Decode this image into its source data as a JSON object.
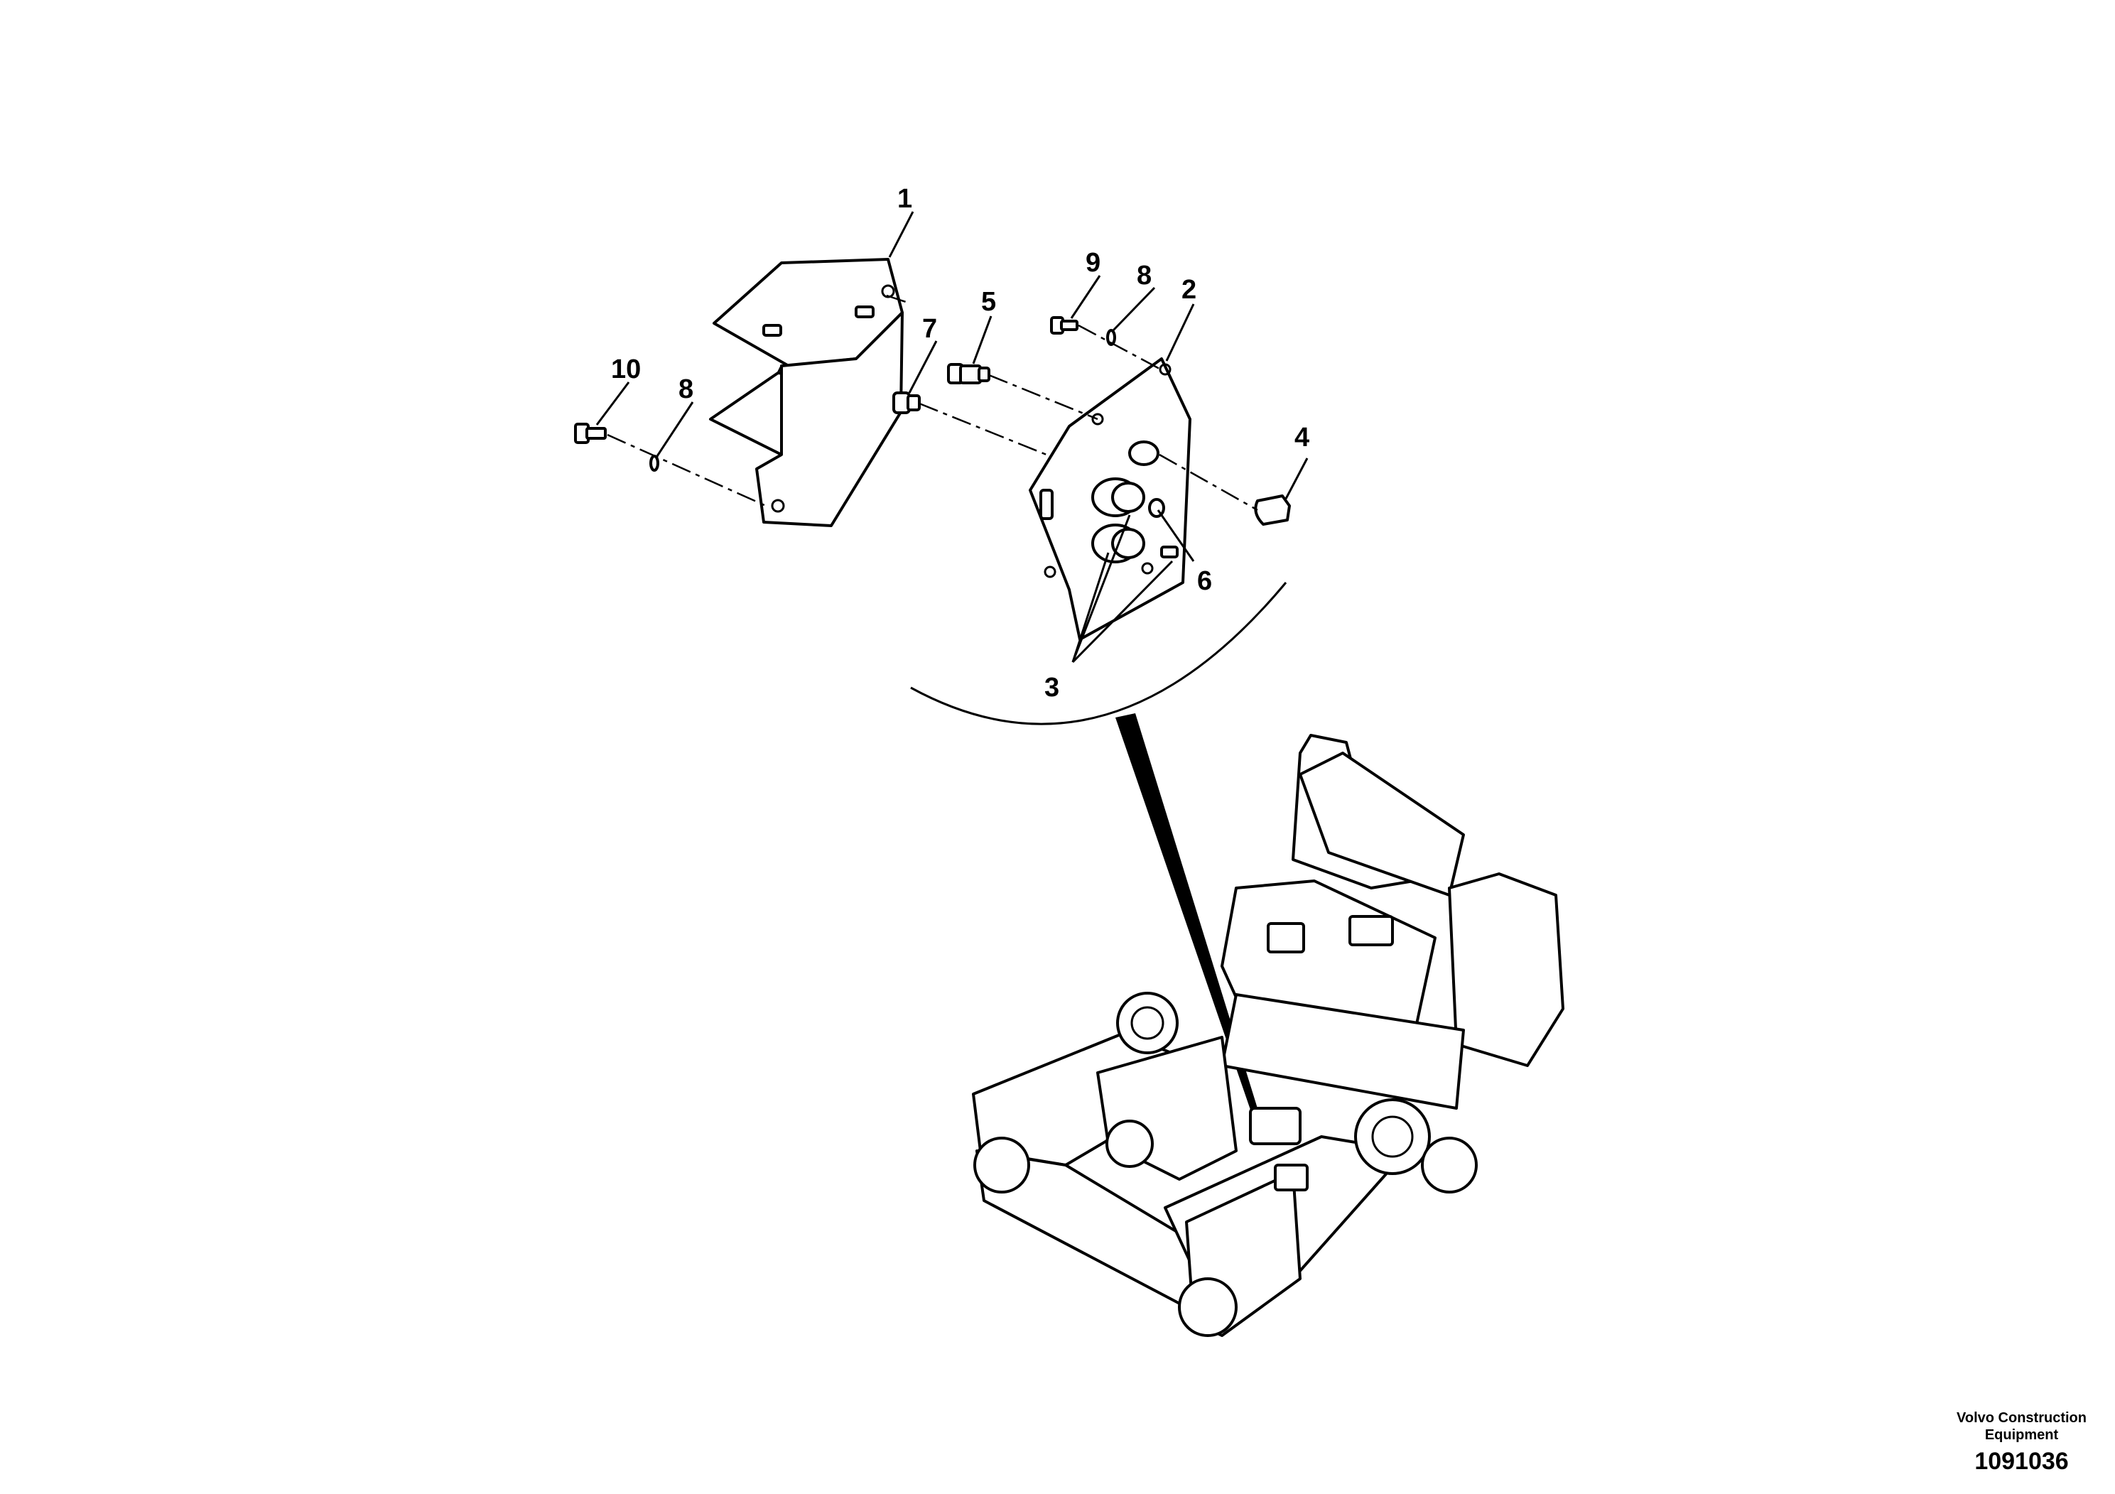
{
  "callouts": {
    "c1": "1",
    "c2": "2",
    "c3": "3",
    "c4": "4",
    "c5": "5",
    "c6": "6",
    "c7": "7",
    "c8a": "8",
    "c8b": "8",
    "c9": "9",
    "c10": "10"
  },
  "publisher": {
    "name_line1": "Volvo Construction",
    "name_line2": "Equipment",
    "drawing_number": "1091036"
  }
}
